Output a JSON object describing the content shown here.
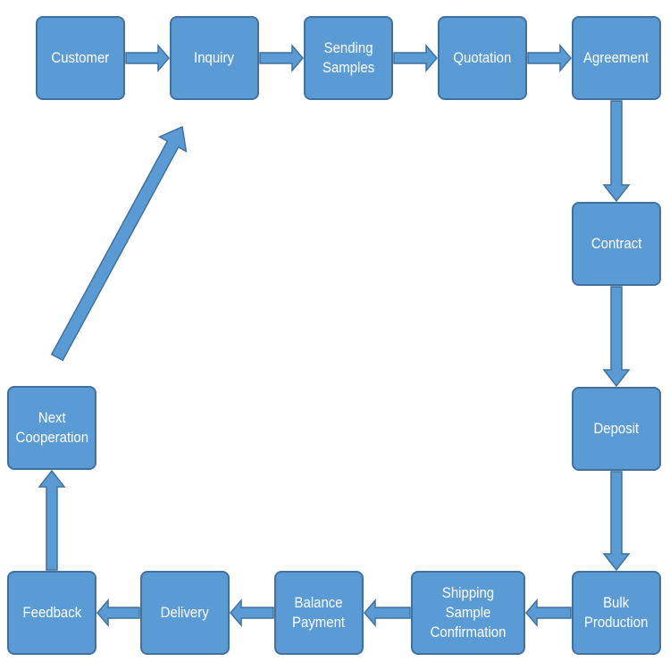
{
  "colors": {
    "box_fill": "#5b9bd5",
    "box_border": "#41719c",
    "arrow_fill": "#5b9bd5",
    "arrow_border": "#41719c",
    "text": "#ffffff"
  },
  "nodes": {
    "customer": "Customer",
    "inquiry": "Inquiry",
    "sending_samples": "Sending\nSamples",
    "quotation": "Quotation",
    "agreement": "Agreement",
    "contract": "Contract",
    "deposit": "Deposit",
    "bulk_production": "Bulk\nProduction",
    "shipping_sample_confirmation": "Shipping Sample\nConfirmation",
    "balance_payment": "Balance\nPayment",
    "delivery": "Delivery",
    "feedback": "Feedback",
    "next_cooperation": "Next\nCooperation"
  },
  "flow": [
    "customer",
    "inquiry",
    "sending_samples",
    "quotation",
    "agreement",
    "contract",
    "deposit",
    "bulk_production",
    "shipping_sample_confirmation",
    "balance_payment",
    "delivery",
    "feedback",
    "next_cooperation",
    "inquiry"
  ]
}
